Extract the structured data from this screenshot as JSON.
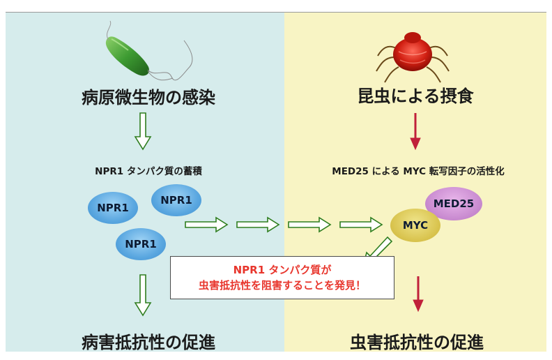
{
  "left": {
    "title": "病原微生物の感染",
    "subtitle": "NPR1 タンパク質の蓄積",
    "proteins": [
      "NPR1",
      "NPR1",
      "NPR1"
    ],
    "result": "病害抵抗性の促進"
  },
  "right": {
    "title": "昆虫による摂食",
    "subtitle": "MED25 による MYC 転写因子の活性化",
    "proteins": [
      "MYC",
      "MED25"
    ],
    "result": "虫害抵抗性の促進"
  },
  "callout": {
    "line1": "NPR1 タンパク質が",
    "line2": "虫害抵抗性を阻害することを発見！"
  },
  "colors": {
    "left_panel": "#d6ecec",
    "right_panel": "#f8f4c4",
    "outline_arrow": "#2e7d1e",
    "red_arrow": "#c0203a",
    "callout_text": "#e8362d"
  }
}
